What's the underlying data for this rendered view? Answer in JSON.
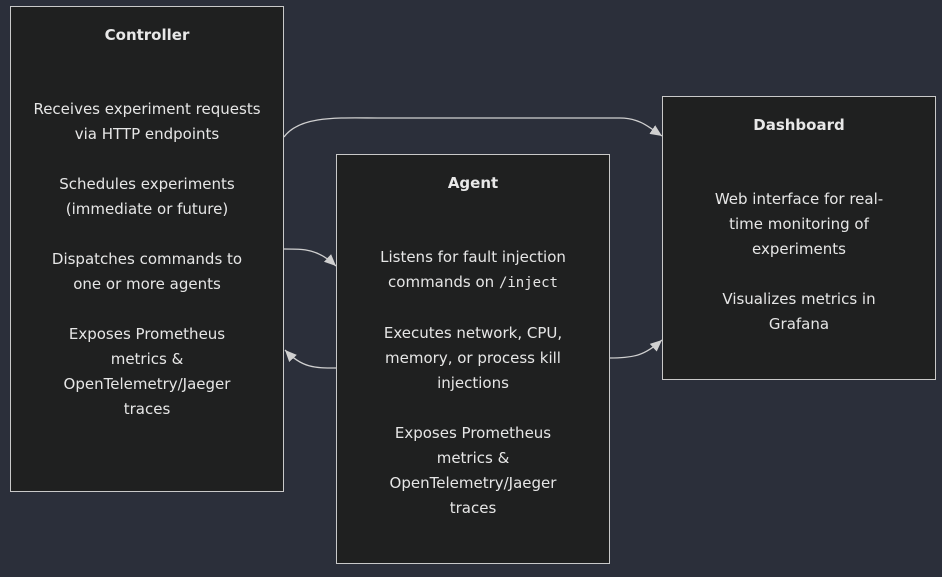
{
  "nodes": {
    "controller": {
      "title": "Controller",
      "items": [
        "Receives experiment requests via HTTP endpoints",
        "Schedules experiments (immediate or future)",
        "Dispatches commands to one or more agents",
        "Exposes Prometheus metrics & OpenTelemetry/Jaeger traces"
      ]
    },
    "agent": {
      "title": "Agent",
      "items": [
        "Listens for fault injection commands on",
        "/inject",
        "Executes network, CPU, memory, or process kill injections",
        "Exposes Prometheus metrics & OpenTelemetry/Jaeger traces"
      ]
    },
    "dashboard": {
      "title": "Dashboard",
      "items": [
        "Web interface for real-time monitoring of experiments",
        "Visualizes metrics in Grafana"
      ]
    }
  },
  "colors": {
    "background": "#2b2f3a",
    "node_fill": "#1f2020",
    "node_border": "#c9c9c9",
    "edge": "#d0d0d0"
  }
}
